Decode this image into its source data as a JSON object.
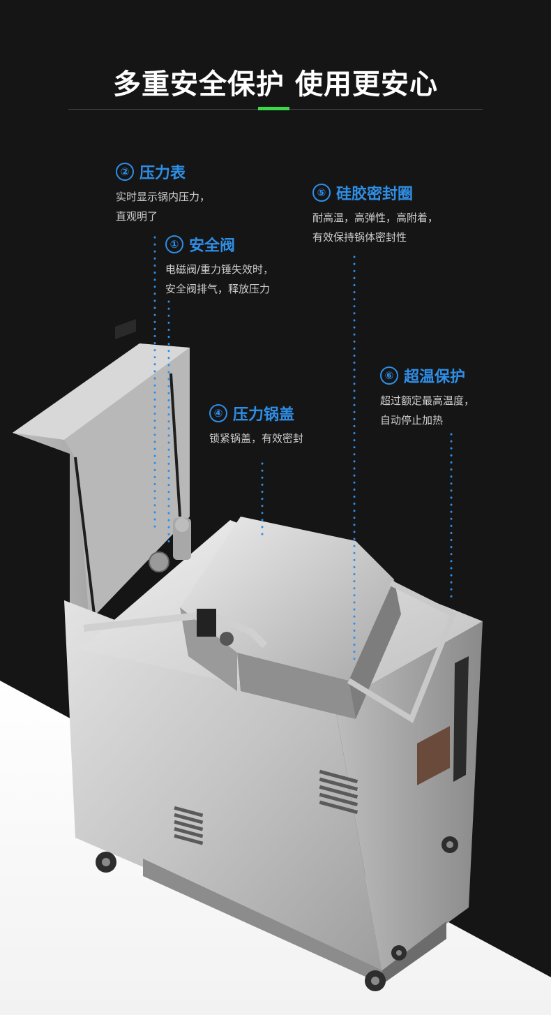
{
  "page": {
    "title": "多重安全保护 使用更安心",
    "accent_color": "#39d94a",
    "label_color": "#2f8ee6",
    "background_color": "#151515"
  },
  "features": [
    {
      "num": "①",
      "title": "安全阀",
      "lines": [
        "电磁阀/重力锤失效时，",
        "安全阀排气，释放压力"
      ]
    },
    {
      "num": "②",
      "title": "压力表",
      "lines": [
        "实时显示锅内压力，",
        "直观明了"
      ]
    },
    {
      "num": "④",
      "title": "压力锅盖",
      "lines": [
        "锁紧锅盖，有效密封"
      ]
    },
    {
      "num": "⑤",
      "title": "硅胶密封圈",
      "lines": [
        "耐高温，高弹性，高附着，",
        "有效保持锅体密封性"
      ]
    },
    {
      "num": "⑥",
      "title": "超温保护",
      "lines": [
        "超过额定最高温度，",
        "自动停止加热"
      ]
    }
  ]
}
